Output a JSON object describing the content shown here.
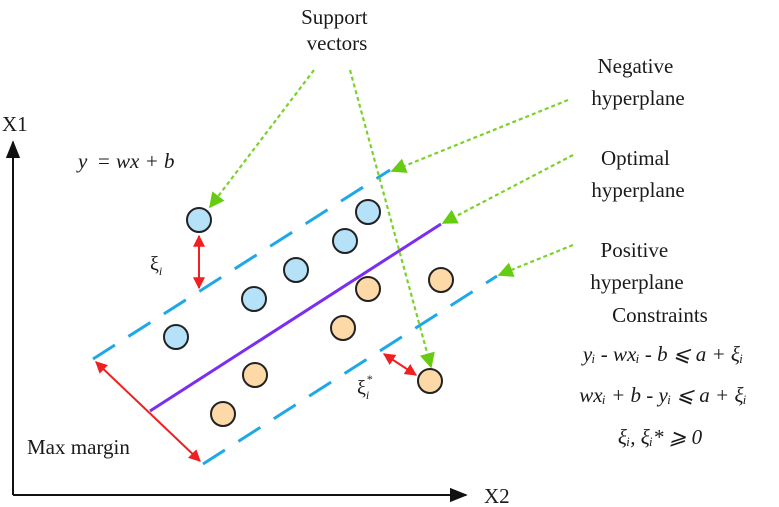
{
  "title": "Support Vector Regression diagram",
  "colors": {
    "negative_class_fill": "#b5e2f8",
    "positive_class_fill": "#fdd9a8",
    "point_stroke": "#222222",
    "margin_line": "#1ea8e8",
    "optimal_line": "#7a2ff0",
    "callout_arrow": "#7ad12a",
    "slack_arrow": "#f02020",
    "axis": "#111111"
  },
  "axes": {
    "y_label": "X1",
    "x_label": "X2"
  },
  "equation": {
    "lhs": "y",
    "rhs": "= wx + b"
  },
  "callouts": {
    "support_vectors": [
      "Support",
      "vectors"
    ],
    "negative_hyperplane": [
      "Negative",
      "hyperplane"
    ],
    "optimal_hyperplane": [
      "Optimal",
      "hyperplane"
    ],
    "positive_hyperplane": [
      "Positive",
      "hyperplane"
    ]
  },
  "slack": {
    "xi": "ξ",
    "xi_sub": "i",
    "xi_star": "ξ",
    "xi_star_sub": "i",
    "xi_star_sup": "*"
  },
  "max_margin_label": "Max margin",
  "constraints": {
    "title": "Constraints",
    "line1": "yᵢ - wxᵢ - b ⩽ a + ξᵢ",
    "line2": "wxᵢ + b - yᵢ ⩽ a + ξᵢ",
    "line3": "ξᵢ, ξᵢ* ⩾ 0"
  },
  "points": {
    "negative_class_count": 6,
    "positive_class_count": 6
  }
}
